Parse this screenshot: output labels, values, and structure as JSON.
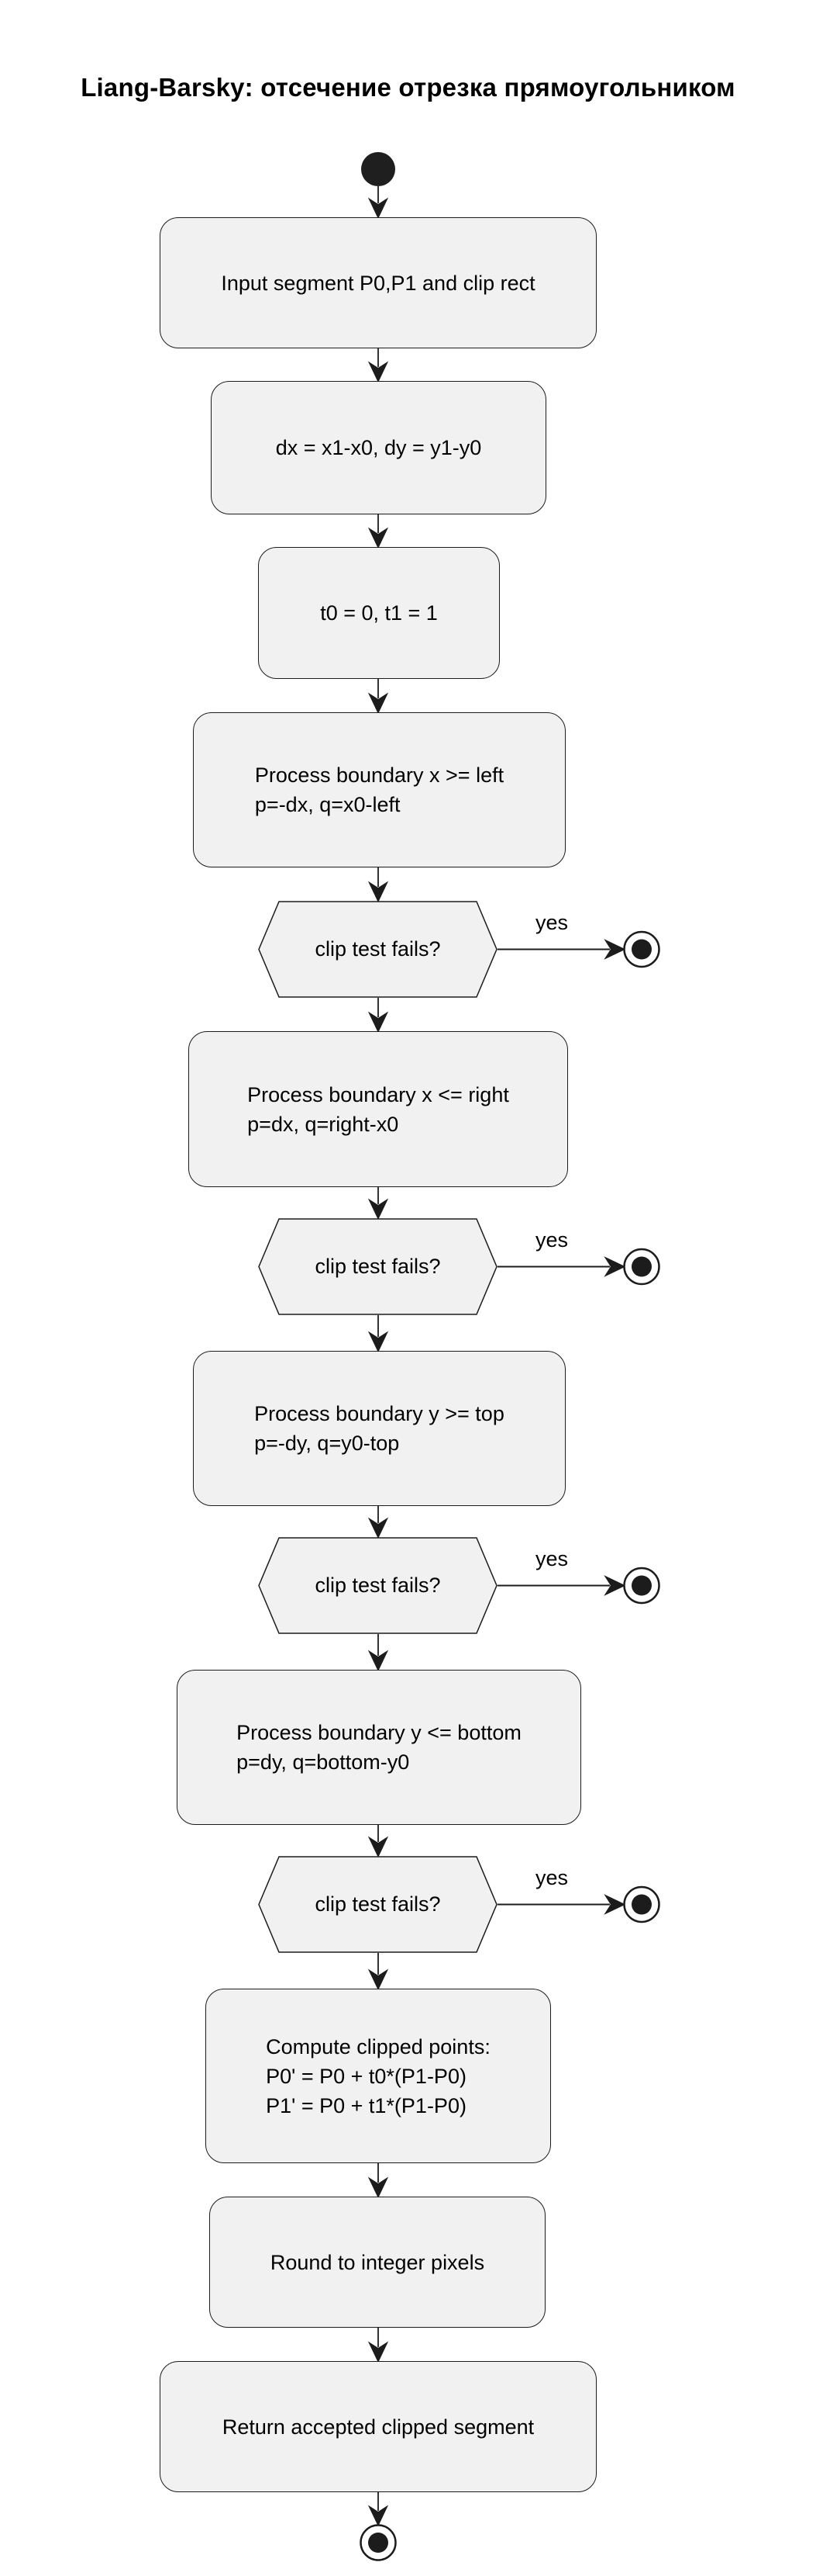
{
  "diagram": {
    "title": "Liang-Barsky: отсечение отрезка прямоугольником",
    "colors": {
      "background": "#ffffff",
      "node_fill": "#f1f1f1",
      "node_border": "#1c1c1c",
      "text": "#000000",
      "terminal_fill": "#1f1f1f"
    },
    "activities": [
      {
        "lines": [
          "Input segment P0,P1 and clip rect"
        ]
      },
      {
        "lines": [
          "dx = x1-x0, dy = y1-y0"
        ]
      },
      {
        "lines": [
          "t0 = 0, t1 = 1"
        ]
      },
      {
        "lines": [
          "Process boundary x >= left",
          "p=-dx, q=x0-left"
        ]
      },
      {
        "lines": [
          "Process boundary x <= right",
          "p=dx, q=right-x0"
        ]
      },
      {
        "lines": [
          "Process boundary y >= top",
          "p=-dy, q=y0-top"
        ]
      },
      {
        "lines": [
          "Process boundary y <= bottom",
          "p=dy, q=bottom-y0"
        ]
      },
      {
        "lines": [
          "Compute clipped points:",
          "P0' = P0 + t0*(P1-P0)",
          "P1' = P0 + t1*(P1-P0)"
        ]
      },
      {
        "lines": [
          "Round to integer pixels"
        ]
      },
      {
        "lines": [
          "Return accepted clipped segment"
        ]
      }
    ],
    "decisions": [
      {
        "label": "clip test fails?",
        "branch_label": "yes"
      },
      {
        "label": "clip test fails?",
        "branch_label": "yes"
      },
      {
        "label": "clip test fails?",
        "branch_label": "yes"
      },
      {
        "label": "clip test fails?",
        "branch_label": "yes"
      }
    ]
  }
}
